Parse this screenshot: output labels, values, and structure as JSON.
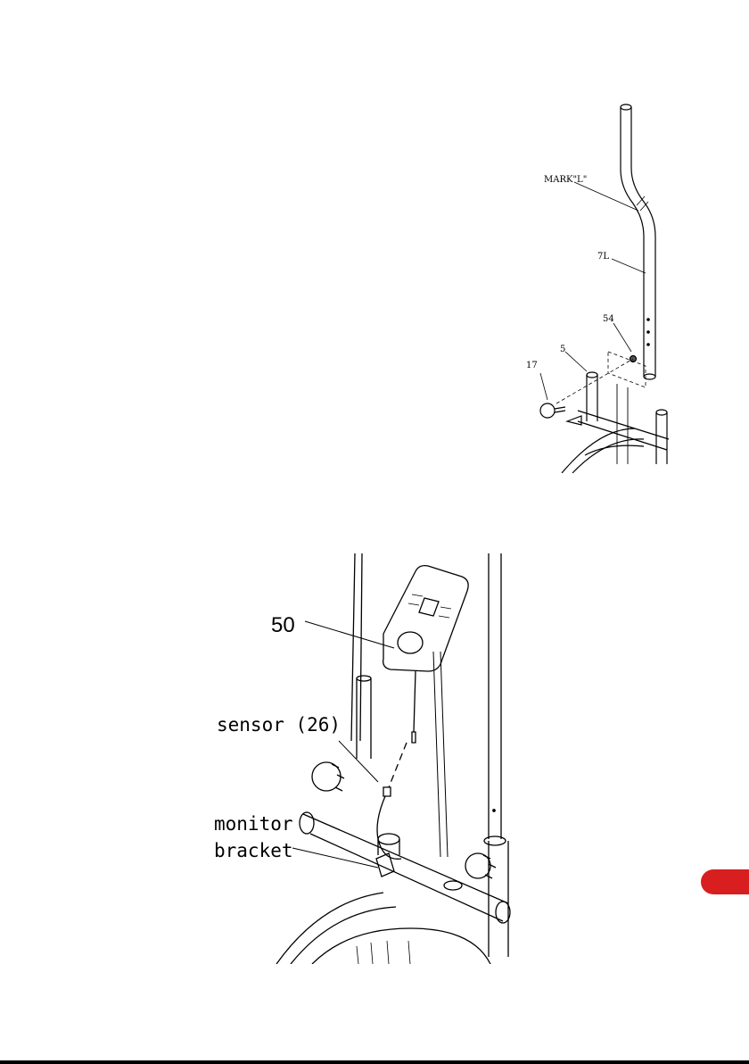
{
  "top_figure": {
    "labels": {
      "mark": "MARK\"L\"",
      "part_7l": "7L",
      "part_54": "54",
      "part_5": "5",
      "part_17": "17"
    }
  },
  "bottom_figure": {
    "labels": {
      "part_50": "50",
      "sensor": "sensor (26)",
      "monitor_line1": "monitor",
      "monitor_line2": "bracket"
    }
  },
  "colors": {
    "page_tab": "#d81e1e",
    "bottom_rule": "#000000",
    "line_art": "#000000"
  }
}
